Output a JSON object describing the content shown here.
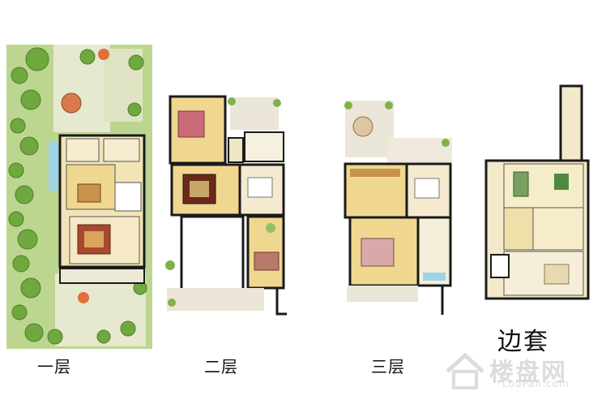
{
  "floors": {
    "first": "一层",
    "second": "二层",
    "third": "三层",
    "side_unit": "边套"
  },
  "watermark": {
    "brand": "楼盘网",
    "url": "LouPan.com"
  },
  "colors": {
    "wall": "#1a1a1a",
    "floor_wood": "#f0d78f",
    "floor_tile": "#f3e8c8",
    "lawn": "#b9d48a",
    "path": "#ece8d6",
    "tree": "#7fb34a",
    "water": "#9fd3e8"
  }
}
